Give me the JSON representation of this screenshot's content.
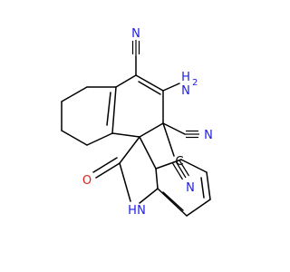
{
  "molecule": {
    "atoms": {
      "n_top": "N",
      "nh2_n": "N",
      "nh2_h": "H",
      "nh2_sub": "2",
      "n_right": "N",
      "c_methyl": "C",
      "n_low": "N",
      "o_carbonyl": "O",
      "nh_n": "N",
      "nh_h": "H"
    },
    "colors": {
      "bond": "#000000",
      "nitrogen": "#1d1de3",
      "oxygen": "#e31d1d",
      "carbon": "#000000"
    }
  }
}
